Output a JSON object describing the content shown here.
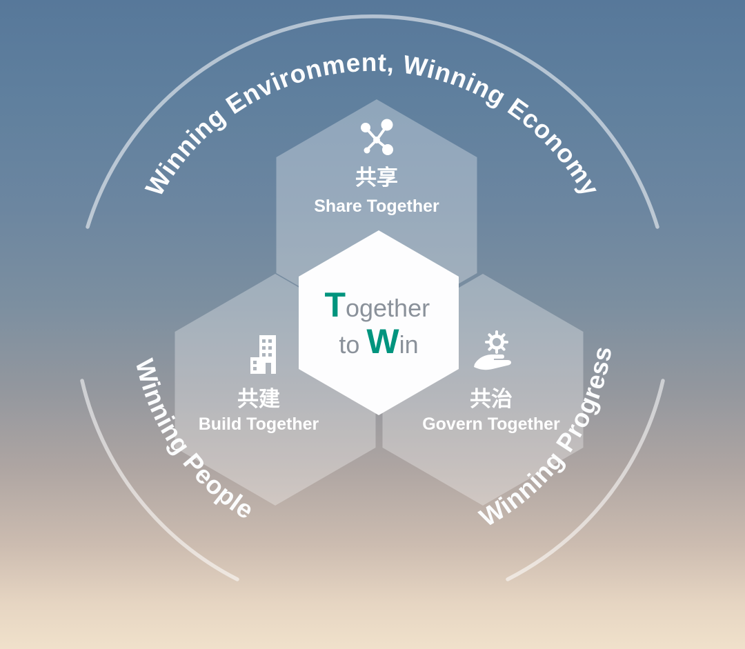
{
  "title": "Together to Win diagram",
  "colors": {
    "accent_teal": "#00947e",
    "center_text_gray": "#8a919a",
    "arc_white": "#ffffff"
  },
  "ring": {
    "top_arc_label": "Winning Environment, Winning Economy",
    "bottom_left_arc_label": "Winning People",
    "bottom_right_arc_label": "Winning Progress"
  },
  "center_hexagon": {
    "line1": {
      "initial": "T",
      "rest": "ogether"
    },
    "line2": {
      "pre": "to",
      "initial": "W",
      "rest": "in"
    }
  },
  "hexagons": {
    "share": {
      "zh": "共享",
      "en": "Share Together",
      "icon": "share-network-icon"
    },
    "build": {
      "zh": "共建",
      "en": "Build Together",
      "icon": "building-icon"
    },
    "govern": {
      "zh": "共治",
      "en": "Govern Together",
      "icon": "gear-hand-icon"
    }
  }
}
